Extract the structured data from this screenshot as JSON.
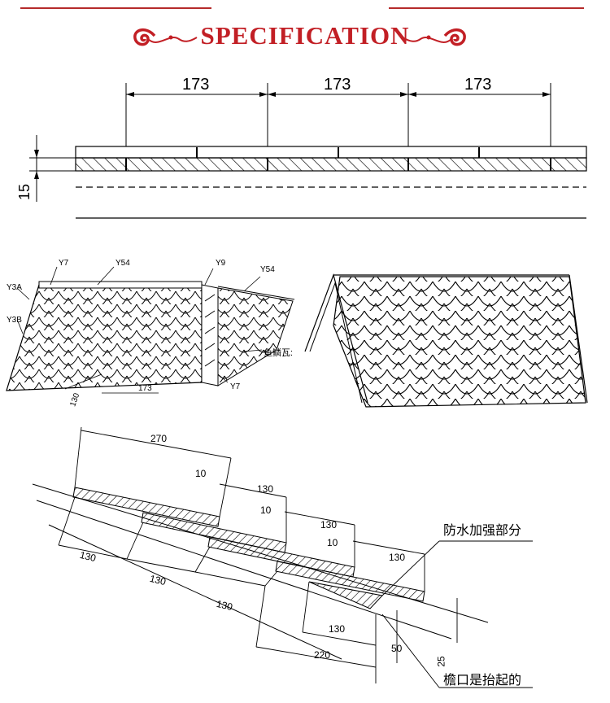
{
  "header": {
    "title": "SPECIFICATION",
    "accent_color": "#c21f25",
    "ornament_icon": "cloud-scroll-icon"
  },
  "section_top": {
    "spacings": [
      "173",
      "173",
      "173"
    ],
    "thickness": "15"
  },
  "section_mid": {
    "labels": {
      "y7_top": "Y7",
      "y54_left": "Y54",
      "y9": "Y9",
      "y54_right": "Y54",
      "y3a": "Y3A",
      "y3b": "Y3B",
      "fish_scale": "鱼鳞瓦:",
      "y7_bottom": "Y7",
      "dim_130": "130",
      "dim_173": "173"
    }
  },
  "section_bottom": {
    "dims": {
      "d270": "270",
      "d10a": "10",
      "d130a": "130",
      "d10b": "10",
      "d130b": "130",
      "d10c": "10",
      "d130c": "130",
      "l130a": "130",
      "l130b": "130",
      "l130c": "130",
      "b130": "130",
      "b220": "220",
      "b50": "50",
      "b25": "25"
    },
    "callouts": {
      "waterproof": "防水加强部分",
      "eave": "檐口是抬起的"
    }
  }
}
